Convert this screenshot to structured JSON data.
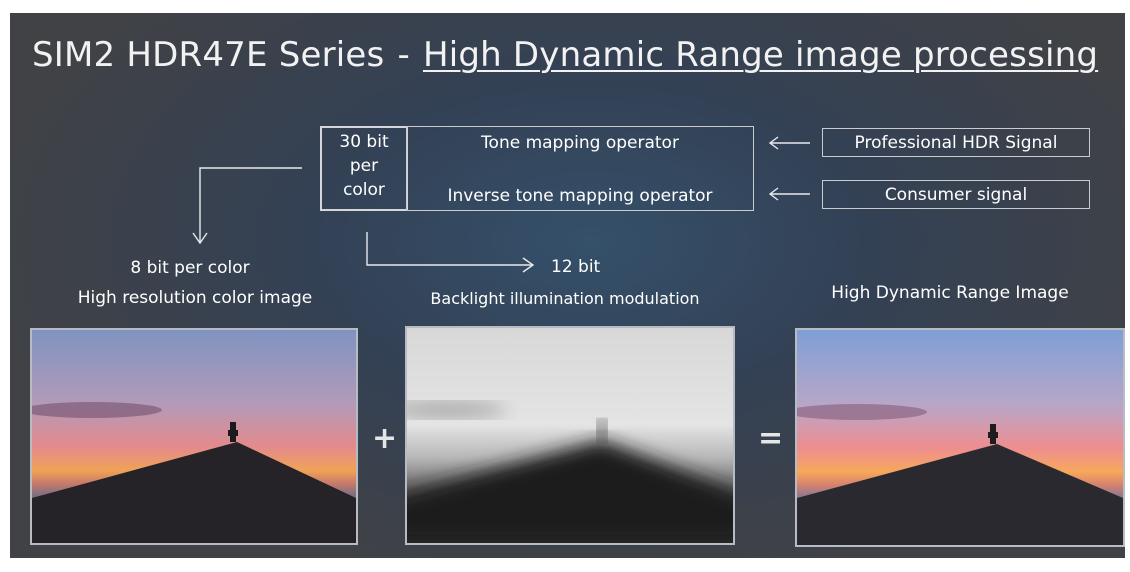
{
  "title": {
    "prefix": "SIM2 HDR47E Series",
    "separator": "-",
    "highlight": "High Dynamic Range image processing"
  },
  "processor": {
    "bit_depth_lines": [
      "30 bit",
      "per",
      "color"
    ],
    "tone_mapping": "Tone mapping operator",
    "inverse_tone_mapping": "Inverse tone mapping operator"
  },
  "inputs": {
    "professional": "Professional HDR Signal",
    "consumer": "Consumer signal"
  },
  "outputs": {
    "color_bits": "8 bit per color",
    "color_label": "High resolution color image",
    "backlight_bits": "12 bit",
    "backlight_label": "Backlight illumination modulation",
    "result_label": "High Dynamic Range Image"
  },
  "operators": {
    "plus": "+",
    "equals": "="
  },
  "colors": {
    "background_dark": "#3d4149",
    "background_glow": "#35506a",
    "text": "#ffffff",
    "box_border": "#c8cbd0",
    "sunset_pink": "#e98a8a",
    "sunset_orange": "#f2a14d",
    "sky_blue": "#8aa0c8"
  }
}
